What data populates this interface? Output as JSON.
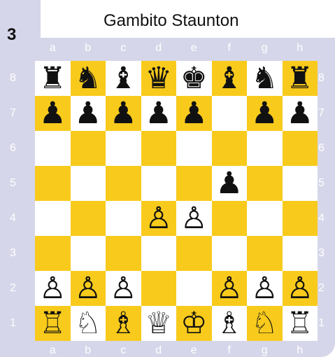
{
  "diagram_number": "3",
  "title": "Gambito Staunton",
  "files": [
    "a",
    "b",
    "c",
    "d",
    "e",
    "f",
    "g",
    "h"
  ],
  "ranks": [
    "8",
    "7",
    "6",
    "5",
    "4",
    "3",
    "2",
    "1"
  ],
  "pieces": [
    {
      "square": "a8",
      "color": "b",
      "type": "rook"
    },
    {
      "square": "b8",
      "color": "b",
      "type": "knight"
    },
    {
      "square": "c8",
      "color": "b",
      "type": "bishop"
    },
    {
      "square": "d8",
      "color": "b",
      "type": "queen"
    },
    {
      "square": "e8",
      "color": "b",
      "type": "king"
    },
    {
      "square": "f8",
      "color": "b",
      "type": "bishop"
    },
    {
      "square": "g8",
      "color": "b",
      "type": "knight"
    },
    {
      "square": "h8",
      "color": "b",
      "type": "rook"
    },
    {
      "square": "a7",
      "color": "b",
      "type": "pawn"
    },
    {
      "square": "b7",
      "color": "b",
      "type": "pawn"
    },
    {
      "square": "c7",
      "color": "b",
      "type": "pawn"
    },
    {
      "square": "d7",
      "color": "b",
      "type": "pawn"
    },
    {
      "square": "e7",
      "color": "b",
      "type": "pawn"
    },
    {
      "square": "g7",
      "color": "b",
      "type": "pawn"
    },
    {
      "square": "h7",
      "color": "b",
      "type": "pawn"
    },
    {
      "square": "f5",
      "color": "b",
      "type": "pawn"
    },
    {
      "square": "d4",
      "color": "w",
      "type": "pawn"
    },
    {
      "square": "e4",
      "color": "w",
      "type": "pawn"
    },
    {
      "square": "a2",
      "color": "w",
      "type": "pawn"
    },
    {
      "square": "b2",
      "color": "w",
      "type": "pawn"
    },
    {
      "square": "c2",
      "color": "w",
      "type": "pawn"
    },
    {
      "square": "f2",
      "color": "w",
      "type": "pawn"
    },
    {
      "square": "g2",
      "color": "w",
      "type": "pawn"
    },
    {
      "square": "h2",
      "color": "w",
      "type": "pawn"
    },
    {
      "square": "a1",
      "color": "w",
      "type": "rook"
    },
    {
      "square": "b1",
      "color": "w",
      "type": "knight"
    },
    {
      "square": "c1",
      "color": "w",
      "type": "bishop"
    },
    {
      "square": "d1",
      "color": "w",
      "type": "queen"
    },
    {
      "square": "e1",
      "color": "w",
      "type": "king"
    },
    {
      "square": "f1",
      "color": "w",
      "type": "bishop"
    },
    {
      "square": "g1",
      "color": "w",
      "type": "knight"
    },
    {
      "square": "h1",
      "color": "w",
      "type": "rook"
    }
  ],
  "colors": {
    "light_square": "#ffffff",
    "dark_square": "#f8ca1c",
    "frame": "#d6d6ea",
    "coordinate_text": "#ffffff"
  }
}
